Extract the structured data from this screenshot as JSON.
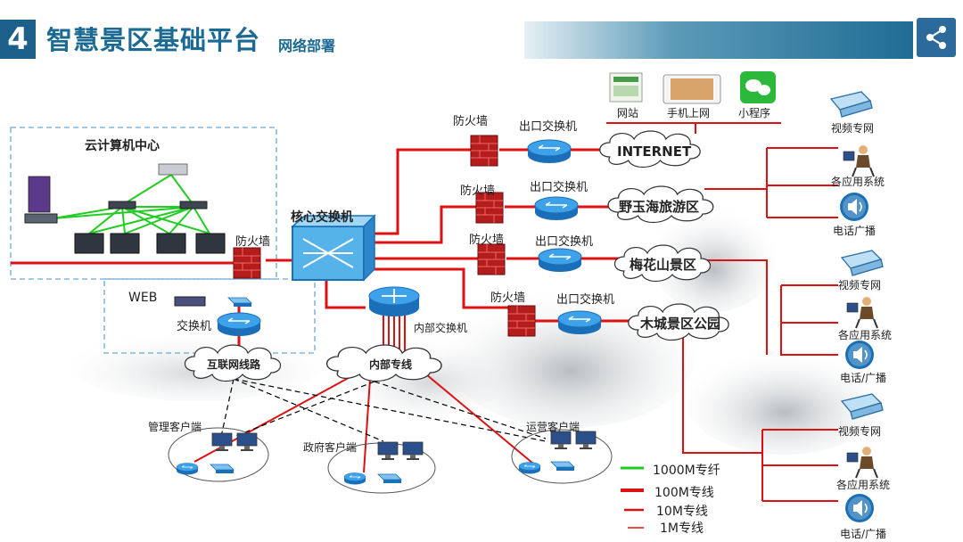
{
  "header": {
    "section_number": "4",
    "title": "智慧景区基础平台",
    "subtitle": "网络部署",
    "share_icon": "share-icon"
  },
  "colors": {
    "header_blue": "#1c5f8a",
    "line_1000m": "#22cc22",
    "line_100m": "#dd1111",
    "firewall": "#b51d1d",
    "switch": "#2a8ad6"
  },
  "nodes": {
    "cloud_center": "云计算机中心",
    "core_switch": "核心交换机",
    "firewall": "防火墙",
    "exit_switch": "出口交换机",
    "internet": "INTERNET",
    "area1": "野玉海旅游区",
    "area2": "梅花山景区",
    "area3": "木城景区公园",
    "web": "WEB",
    "switch": "交换机",
    "internet_line": "互联网线路",
    "internal_line": "内部专线",
    "internal_switch": "内部交换机",
    "manage_client": "管理客户端",
    "gov_client": "政府客户端",
    "ops_client": "运营客户端",
    "website": "网站",
    "mobile": "手机上网",
    "miniprogram": "小程序",
    "video": "视频专网",
    "apps": "各应用系统",
    "phone1": "电话广播",
    "phone2": "电话/广播"
  },
  "legend": [
    {
      "label": "1000M专纤",
      "color": "#22cc22"
    },
    {
      "label": "100M专线",
      "color": "#dd1111"
    },
    {
      "label": "10M专线",
      "color": "#dd1111"
    },
    {
      "label": "1M专线",
      "color": "#dd1111"
    }
  ]
}
